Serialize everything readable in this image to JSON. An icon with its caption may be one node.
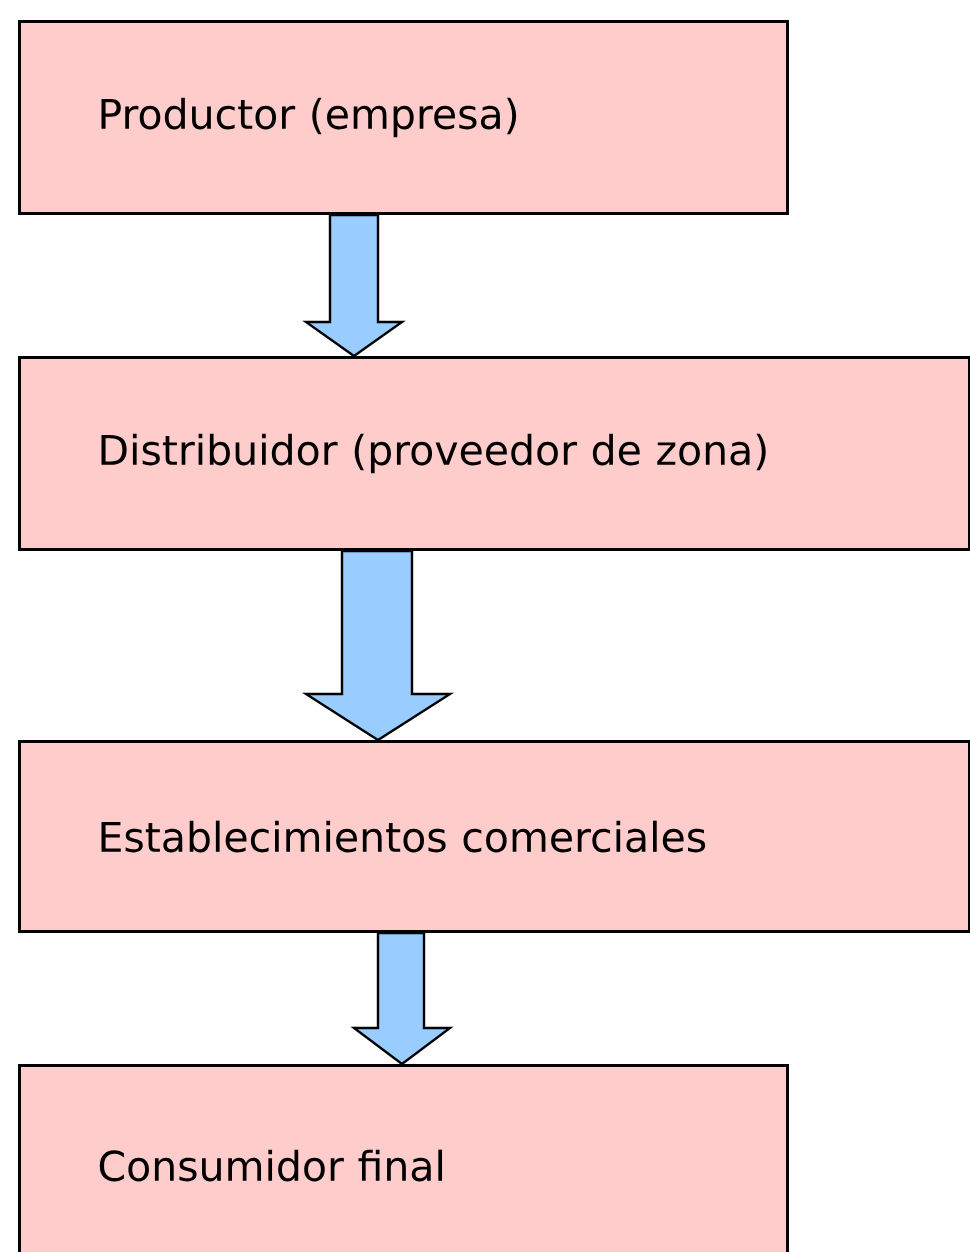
{
  "diagram": {
    "nodes": [
      {
        "text": [
          "Productor (empresa)"
        ]
      },
      {
        "text": [
          "Distribuidor (proveedor de zona)"
        ]
      },
      {
        "text": [
          "Establecimientos comerciales"
        ]
      },
      {
        "text": [
          "Consumidor final"
        ]
      }
    ],
    "edges": [
      {
        "from": 0,
        "to": 1,
        "arrow": "to"
      },
      {
        "from": 1,
        "to": 2,
        "arrow": "to"
      },
      {
        "from": 2,
        "to": 3,
        "arrow": "to"
      }
    ]
  }
}
